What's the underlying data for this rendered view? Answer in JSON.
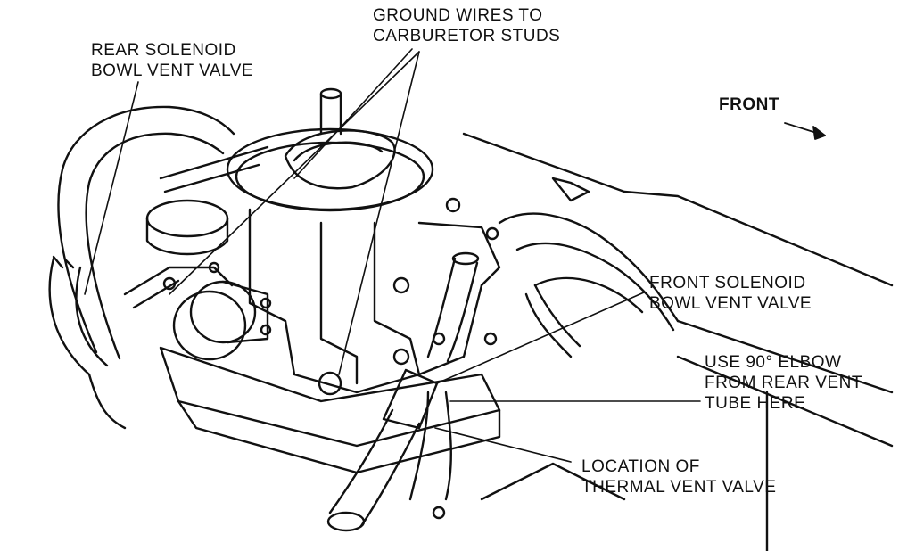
{
  "labels": {
    "ground_wires": [
      "GROUND WIRES TO",
      "CARBURETOR STUDS"
    ],
    "rear_solenoid": [
      "REAR SOLENOID",
      "BOWL VENT VALVE"
    ],
    "front": "FRONT",
    "front_solenoid": [
      "FRONT SOLENOID",
      "BOWL VENT VALVE"
    ],
    "elbow": [
      "USE 90° ELBOW",
      "FROM REAR VENT",
      "TUBE HERE"
    ],
    "thermal": [
      "LOCATION OF",
      "THERMAL VENT VALVE"
    ]
  },
  "colors": {
    "ink": "#111111",
    "paper": "#ffffff"
  }
}
